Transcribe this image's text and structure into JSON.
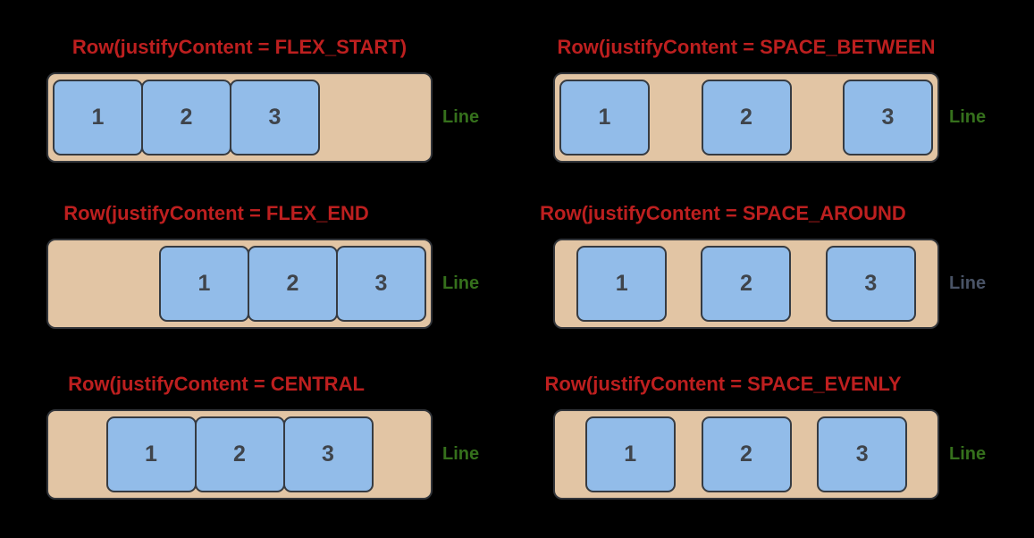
{
  "canvas": {
    "background": "#000000"
  },
  "colors": {
    "title_red": "#bd1f1f",
    "container_tan": "#e2c5a4",
    "box_blue": "#92bce9",
    "border_dark": "#363b42",
    "number_color": "#3f444b",
    "line_label_green": "#35701c",
    "line_label_gray": "#495366"
  },
  "cells": [
    {
      "title": "Row(justifyContent = FLEX_START)",
      "arrangement": "flex-start",
      "items": [
        "1",
        "2",
        "3"
      ],
      "line_label": "Line",
      "line_label_color": "#35701c"
    },
    {
      "title": "Row(justifyContent = SPACE_BETWEEN",
      "arrangement": "space-between",
      "items": [
        "1",
        "2",
        "3"
      ],
      "line_label": "Line",
      "line_label_color": "#35701c"
    },
    {
      "title": "Row(justifyContent = FLEX_END",
      "arrangement": "flex-end",
      "items": [
        "1",
        "2",
        "3"
      ],
      "line_label": "Line",
      "line_label_color": "#35701c"
    },
    {
      "title": "Row(justifyContent = SPACE_AROUND",
      "arrangement": "space-around",
      "items": [
        "1",
        "2",
        "3"
      ],
      "line_label": "Line",
      "line_label_color": "#495366"
    },
    {
      "title": "Row(justifyContent = CENTRAL",
      "arrangement": "center",
      "items": [
        "1",
        "2",
        "3"
      ],
      "line_label": "Line",
      "line_label_color": "#35701c"
    },
    {
      "title": "Row(justifyContent = SPACE_EVENLY",
      "arrangement": "space-evenly",
      "items": [
        "1",
        "2",
        "3"
      ],
      "line_label": "Line",
      "line_label_color": "#35701c"
    }
  ]
}
